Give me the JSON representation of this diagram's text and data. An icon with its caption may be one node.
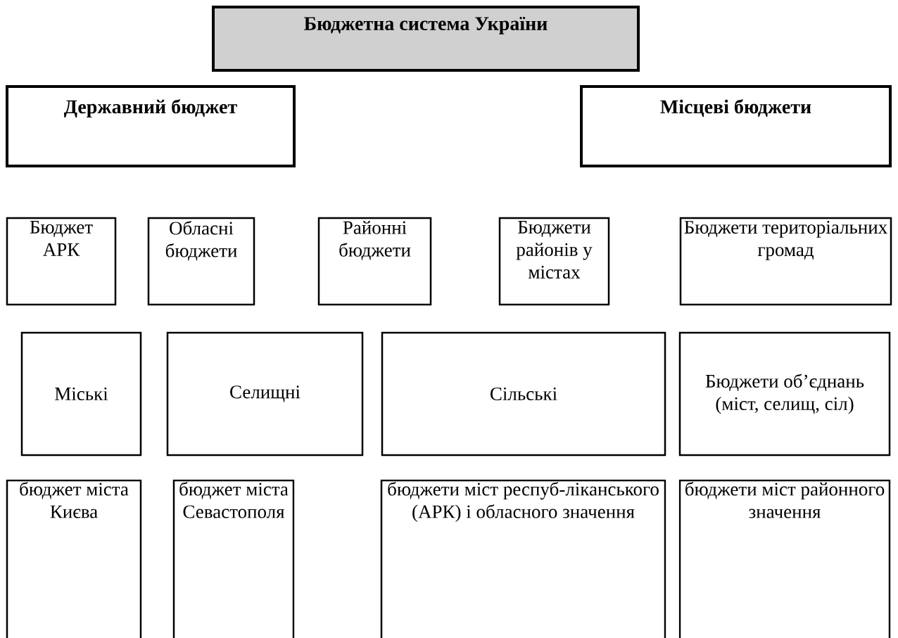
{
  "diagram": {
    "nodes": [
      {
        "text": [
          "Бюджетна система України"
        ]
      },
      {
        "text": [
          "Державний бюджет"
        ]
      },
      {
        "text": [
          "Місцеві бюджети"
        ]
      },
      {
        "text": [
          "Бюджет АРК"
        ]
      },
      {
        "text": [
          "Обласні бюджети"
        ]
      },
      {
        "text": [
          "Районні бюджети"
        ]
      },
      {
        "text": [
          "Бюджети районів у містах"
        ]
      },
      {
        "text": [
          "Бюджети територіальних громад"
        ]
      },
      {
        "text": [
          "Міські"
        ]
      },
      {
        "text": [
          "Селищні"
        ]
      },
      {
        "text": [
          "Сільські"
        ]
      },
      {
        "text": [
          "Бюджети об’єднань (міст, селищ, сіл)"
        ]
      },
      {
        "text": [
          "бюджет міста Києва"
        ]
      },
      {
        "text": [
          "бюджет міста Севастополя"
        ]
      },
      {
        "text": [
          "бюджети міст респуб-ліканського (АРК) і обласного значення"
        ]
      },
      {
        "text": [
          "бюджети міст районного значення"
        ]
      }
    ]
  }
}
